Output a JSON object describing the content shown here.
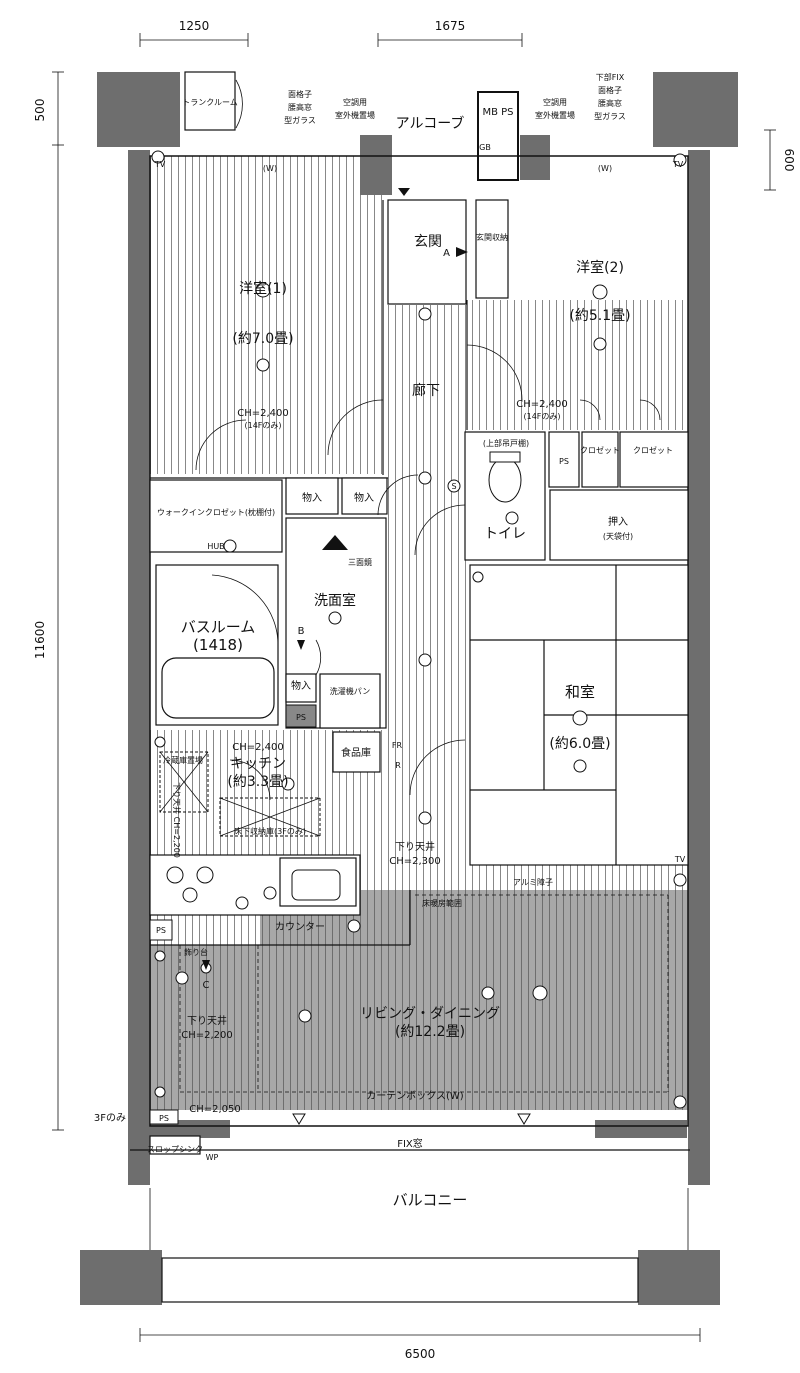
{
  "dimensions": {
    "top_left": "1250",
    "top_right": "1675",
    "left_top": "500",
    "left_main": "11600",
    "right_top": "600",
    "bottom": "6500"
  },
  "rooms": {
    "western1": {
      "name": "洋室(1)",
      "size": "(約7.0畳)",
      "ceiling": "CH=2,400",
      "ceiling_note": "(14Fのみ)"
    },
    "western2": {
      "name": "洋室(2)",
      "size": "(約5.1畳)",
      "ceiling": "CH=2,400",
      "ceiling_note": "(14Fのみ)"
    },
    "entrance": "玄関",
    "entrance_storage": "玄関収納",
    "alcove": "アルコーブ",
    "trunk_room": "トランクルーム",
    "corridor": "廊下",
    "walkin": "ウォークインクロゼット(枕棚付)",
    "hub": "HUB",
    "storage1": "物入",
    "storage2": "物入",
    "storage3": "物入",
    "toilet": "トイレ",
    "toilet_shelf": "(上部吊戸棚)",
    "closet1": "クロゼット",
    "closet2": "クロゼット",
    "oshiire": "押入",
    "oshiire_note": "(天袋付)",
    "washroom": "洗面室",
    "mirror": "三面鏡",
    "bathroom": "バスルーム",
    "bathroom_size": "(1418)",
    "washer_pan": "洗濯機パン",
    "japanese_room": "和室",
    "japanese_size": "(約6.0畳)",
    "kitchen": "キッチン",
    "kitchen_size": "(約3.3畳)",
    "kitchen_ceiling": "CH=2,400",
    "pantry": "食品庫",
    "fridge": "冷蔵庫置場",
    "underfloor": "床下収納庫(3Fのみ)",
    "counter": "カウンター",
    "shelf": "飾り台",
    "living": "リビング・ダイニング",
    "living_size": "(約12.2畳)",
    "floor_heating": "床暖房範囲",
    "curtain_box": "カーテンボックス(W)",
    "aluminum": "アルミ障子",
    "fix_window": "FIX窓",
    "balcony": "バルコニー",
    "slop_sink": "スロップシンク",
    "third_floor_only": "3Fのみ"
  },
  "ceiling_labels": {
    "lowered_kitchen": "下り天井 CH=2,200",
    "lowered_hall": "下り天井",
    "hall_ch": "CH=2,300",
    "lowered_living": "下り天井",
    "living_ch": "CH=2,200",
    "window_ch": "CH=2,050"
  },
  "top_notes": {
    "left_window_a": "面格子",
    "left_window_b": "腰高窓",
    "left_window_c": "型ガラス",
    "ac_left_a": "空調用",
    "ac_left_b": "室外機置場",
    "ac_right_a": "空調用",
    "ac_right_b": "室外機置場",
    "right_window_a": "下部FIX",
    "right_window_b": "面格子",
    "right_window_c": "腰高窓",
    "right_window_d": "型ガラス",
    "mbps": "MB PS",
    "gb": "GB",
    "w_left": "(W)",
    "w_right": "(W)"
  },
  "markers": {
    "a": "A",
    "b": "B",
    "c": "C",
    "ps": "PS",
    "s": "S",
    "tv": "TV",
    "fr": "FR",
    "r": "R",
    "wp": "WP"
  }
}
